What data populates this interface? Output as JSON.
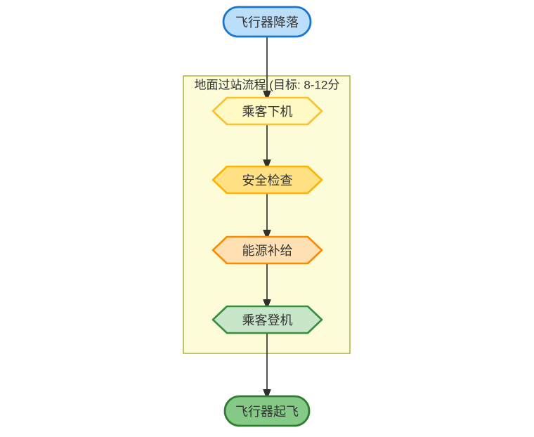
{
  "diagram": {
    "type": "flowchart",
    "direction": "top-down",
    "colors": {
      "background": "#ffffff",
      "edge": "#3f3f3f",
      "arrowhead": "#2f2f2f",
      "text": "#333333"
    },
    "subgraph": {
      "title": "地面过站流程 (目标: 8-12分",
      "fill": "#fcfcd8",
      "stroke": "#aaaa33"
    },
    "nodes": {
      "start": {
        "label": "飞行器降落",
        "shape": "stadium",
        "fill": "#BBDEFB",
        "stroke": "#1976D2"
      },
      "deboard": {
        "label": "乘客下机",
        "shape": "hexagon",
        "fill": "#FFF9C4",
        "stroke": "#FBC02D"
      },
      "security": {
        "label": "安全检查",
        "shape": "hexagon",
        "fill": "#FFE082",
        "stroke": "#FFB300"
      },
      "energy": {
        "label": "能源补给",
        "shape": "hexagon",
        "fill": "#FFE0B2",
        "stroke": "#FB8C00"
      },
      "board": {
        "label": "乘客登机",
        "shape": "hexagon",
        "fill": "#C8E6C9",
        "stroke": "#388E3C"
      },
      "end": {
        "label": "飞行器起飞",
        "shape": "stadium",
        "fill": "#85CB87",
        "stroke": "#2E7D32"
      }
    },
    "edges": [
      {
        "from": "飞行器降落",
        "to": "乘客下机"
      },
      {
        "from": "乘客下机",
        "to": "安全检查"
      },
      {
        "from": "安全检查",
        "to": "能源补给"
      },
      {
        "from": "能源补给",
        "to": "乘客登机"
      },
      {
        "from": "乘客登机",
        "to": "飞行器起飞"
      }
    ]
  }
}
